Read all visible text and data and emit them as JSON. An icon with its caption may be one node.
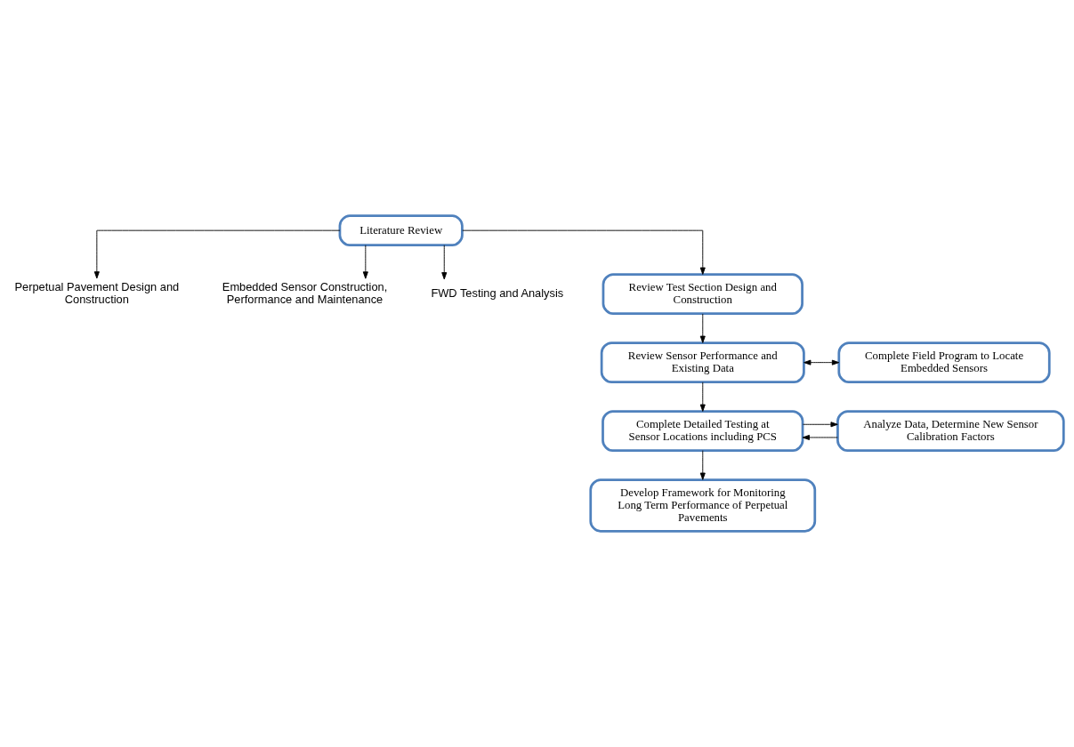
{
  "diagram": {
    "nodes": [
      {
        "text": [
          "Literature Review"
        ]
      },
      {
        "text": [
          "Perpetual Pavement Design and Construction"
        ]
      },
      {
        "text": [
          "Embedded Sensor Construction, Performance and Maintenance"
        ]
      },
      {
        "text": [
          "FWD Testing and Analysis"
        ]
      },
      {
        "text": [
          "Review Test Section Design and Construction"
        ]
      },
      {
        "text": [
          "Review Sensor Performance and Existing Data"
        ]
      },
      {
        "text": [
          "Complete Field Program to Locate Embedded Sensors"
        ]
      },
      {
        "text": [
          "Complete Detailed Testing at Sensor Locations including PCS"
        ]
      },
      {
        "text": [
          "Analyze Data, Determine New Sensor Calibration Factors"
        ]
      },
      {
        "text": [
          "Develop Framework for Monitoring Long Term Performance of Perpetual Pavements"
        ]
      }
    ],
    "edges": [
      {
        "from": 0,
        "to": 1,
        "arrow": "to"
      },
      {
        "from": 0,
        "to": 2,
        "arrow": "to"
      },
      {
        "from": 0,
        "to": 3,
        "arrow": "to"
      },
      {
        "from": 0,
        "to": 4,
        "arrow": "to"
      },
      {
        "from": 4,
        "to": 5,
        "arrow": "to"
      },
      {
        "from": 5,
        "to": 6,
        "arrow": "both"
      },
      {
        "from": 5,
        "to": 7,
        "arrow": "to"
      },
      {
        "from": 7,
        "to": 8,
        "arrow": "to"
      },
      {
        "from": 8,
        "to": 7,
        "arrow": "to"
      },
      {
        "from": 7,
        "to": 9,
        "arrow": "to"
      }
    ]
  }
}
